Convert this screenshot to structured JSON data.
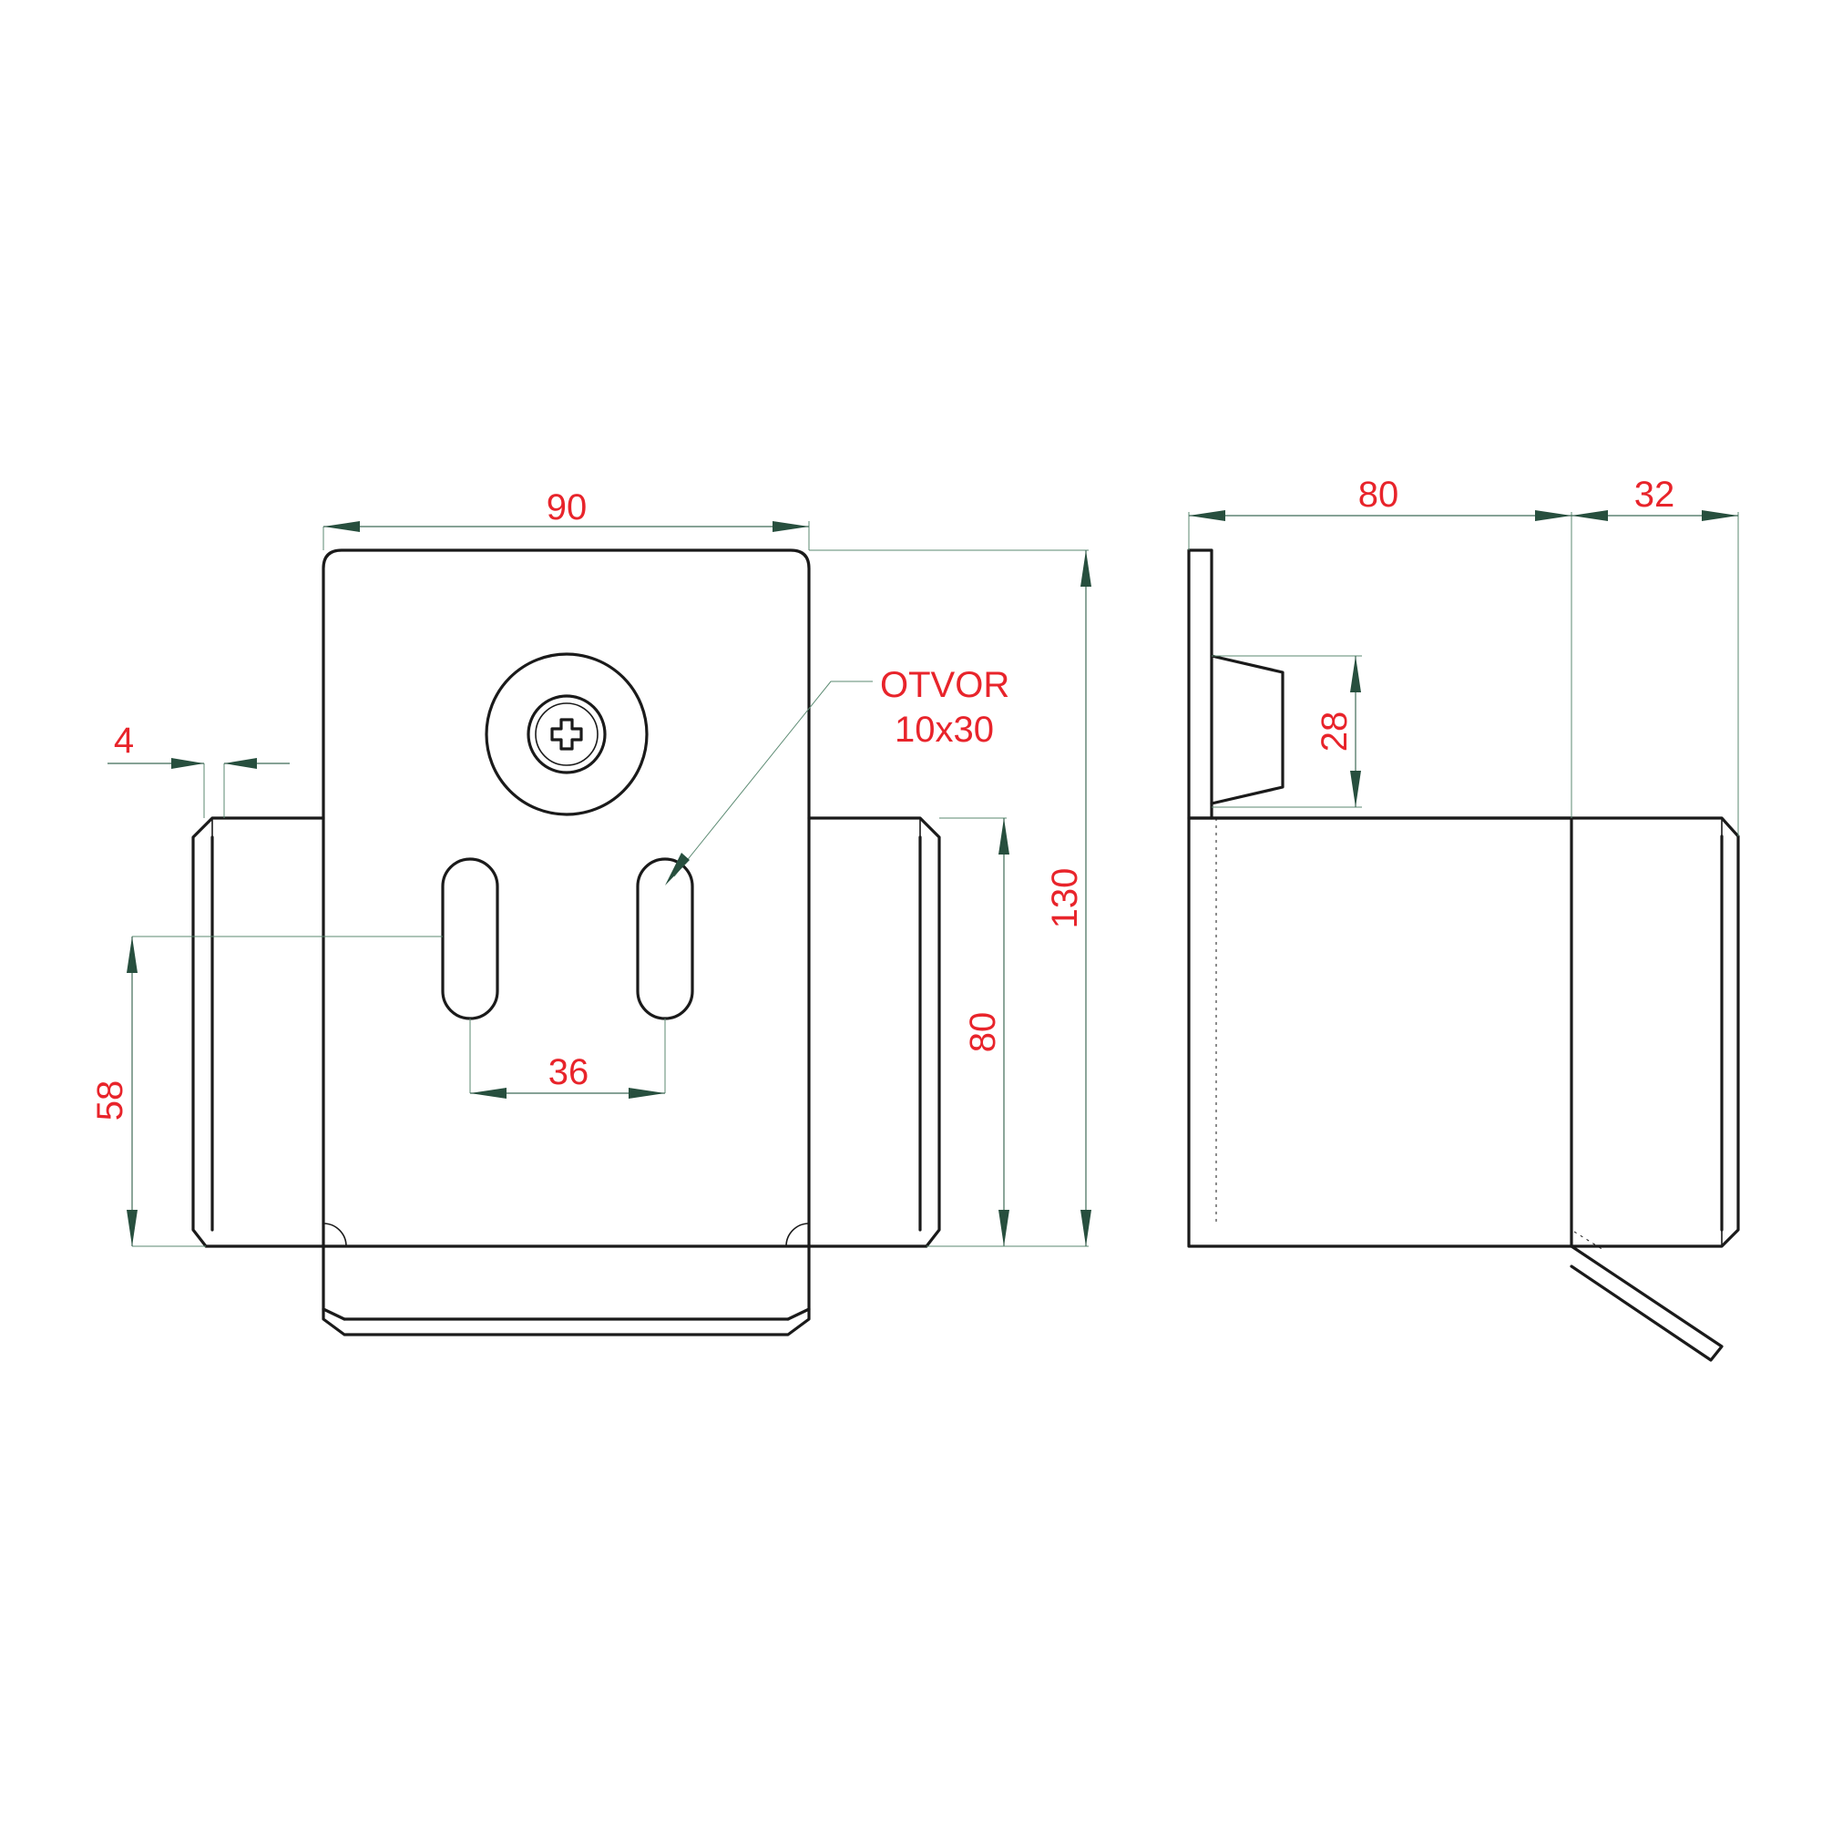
{
  "dimensions": {
    "width_front": "90",
    "thickness": "4",
    "height_total": "130",
    "height_side": "80",
    "slot_height_pos": "58",
    "slot_spacing": "36",
    "side_depth": "80",
    "side_extension": "32",
    "wedge_height": "28"
  },
  "annotation": {
    "line1": "OTVOR",
    "line2": "10x30"
  },
  "colors": {
    "outline": "#1a1a1a",
    "dimension_line": "#3f6b58",
    "arrowhead": "#274f3e",
    "dimension_text": "#e8242b"
  }
}
